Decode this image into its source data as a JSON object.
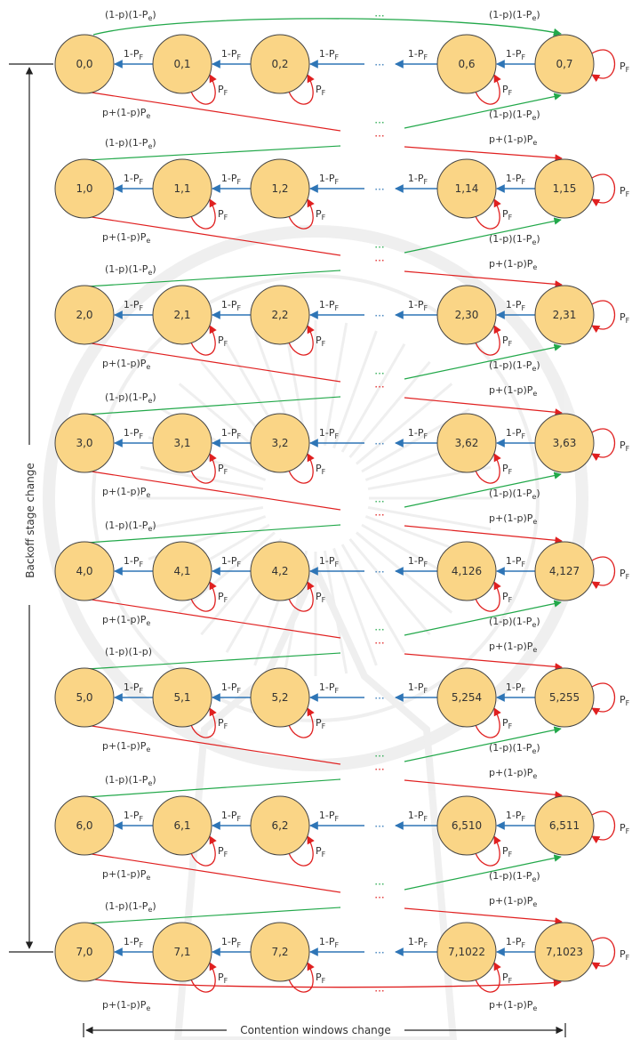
{
  "colors": {
    "node_fill": "#FAD586",
    "node_stroke": "#444444",
    "freeze_arrow": "#2E75B6",
    "failure_arrow": "#E02020",
    "success_arrow": "#22A84A",
    "text": "#333333",
    "dots_blue": "#2E75B6",
    "dots_red": "#E02020",
    "dots_green": "#22A84A"
  },
  "labels": {
    "freeze": "1-P",
    "stay": "P",
    "sub_F": "F",
    "success_a": "(1-p)(1-P",
    "success_b": ")",
    "success_sub": "e",
    "fail_a": "p+(1-p)P",
    "fail_sub": "e",
    "dots": "···",
    "success_stage5": "(1-p)(1-p)"
  },
  "axes": {
    "vertical_label": "Backoff stage change",
    "horizontal_label": "Contention windows change"
  },
  "stages": [
    {
      "stage": 0,
      "nodes": [
        "0,0",
        "0,1",
        "0,2",
        "0,6",
        "0,7"
      ]
    },
    {
      "stage": 1,
      "nodes": [
        "1,0",
        "1,1",
        "1,2",
        "1,14",
        "1,15"
      ]
    },
    {
      "stage": 2,
      "nodes": [
        "2,0",
        "2,1",
        "2,2",
        "2,30",
        "2,31"
      ]
    },
    {
      "stage": 3,
      "nodes": [
        "3,0",
        "3,1",
        "3,2",
        "3,62",
        "3,63"
      ]
    },
    {
      "stage": 4,
      "nodes": [
        "4,0",
        "4,1",
        "4,2",
        "4,126",
        "4,127"
      ]
    },
    {
      "stage": 5,
      "nodes": [
        "5,0",
        "5,1",
        "5,2",
        "5,254",
        "5,255"
      ]
    },
    {
      "stage": 6,
      "nodes": [
        "6,0",
        "6,1",
        "6,2",
        "6,510",
        "6,511"
      ]
    },
    {
      "stage": 7,
      "nodes": [
        "7,0",
        "7,1",
        "7,2",
        "7,1022",
        "7,1023"
      ]
    }
  ]
}
